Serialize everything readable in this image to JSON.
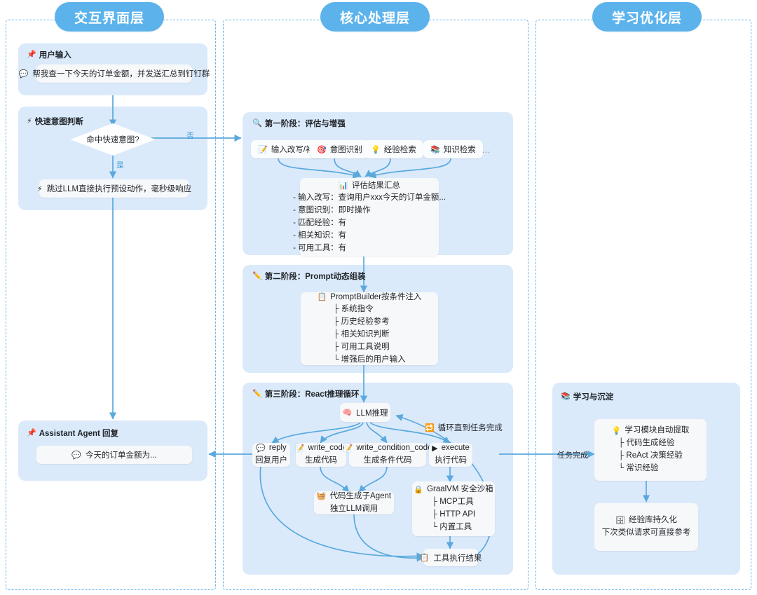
{
  "lanes": [
    {
      "id": "interaction",
      "title": "交互界面层"
    },
    {
      "id": "core",
      "title": "核心处理层"
    },
    {
      "id": "learning",
      "title": "学习优化层"
    }
  ],
  "interaction": {
    "user_input": {
      "label": "用户输入",
      "icon": "pushpin-icon",
      "message": "帮我查一下今天的订单金额，并发送汇总到钉钉群",
      "message_icon": "speech-bubble-icon"
    },
    "fast_intent": {
      "label": "快速意图判断",
      "icon": "lightning-icon",
      "decision": "命中快速意图?",
      "yes_label": "是",
      "no_label": "否",
      "shortcut": "跳过LLM直接执行预设动作，毫秒级响应",
      "shortcut_icon": "lightning-icon"
    },
    "assistant_reply": {
      "label": "Assistant Agent 回复",
      "icon": "pushpin-icon",
      "message": "今天的订单金额为...",
      "message_icon": "speech-bubble-icon"
    }
  },
  "core": {
    "stage1": {
      "label": "第一阶段：评估与增强",
      "icon": "magnifier-icon",
      "chips": [
        {
          "icon": "memo-icon",
          "text": "输入改写/补全"
        },
        {
          "icon": "dart-icon",
          "text": "意图识别"
        },
        {
          "icon": "bulb-icon",
          "text": "经验检索"
        },
        {
          "icon": "books-icon",
          "text": "知识检索"
        }
      ],
      "chips_more": "…",
      "summary": {
        "title": "评估结果汇总",
        "icon": "barchart-icon",
        "lines": [
          "- 输入改写：查询用户xxx今天的订单金额...",
          "- 意图识别：即时操作",
          "- 匹配经验：有",
          "- 相关知识：有",
          "- 可用工具：有"
        ]
      }
    },
    "stage2": {
      "label": "第二阶段：Prompt动态组装",
      "icon": "pencil-icon",
      "builder": {
        "title": "PromptBuilder按条件注入",
        "icon": "clipboard-icon",
        "lines": [
          "├ 系统指令",
          "├ 历史经验参考",
          "├ 相关知识判断",
          "├ 可用工具说明",
          "└ 增强后的用户输入"
        ]
      }
    },
    "stage3": {
      "label": "第三阶段：React推理循环",
      "icon": "pencil-icon",
      "llm": {
        "icon": "brain-icon",
        "text": "LLM推理"
      },
      "loop_note": {
        "icon": "loop-icon",
        "text": "循环直到任务完成"
      },
      "actions": [
        {
          "icon": "speech-bubble-icon",
          "name": "reply",
          "desc": "回复用户"
        },
        {
          "icon": "memo-icon",
          "name": "write_code",
          "desc": "生成代码"
        },
        {
          "icon": "memo-icon",
          "name": "write_condition_code",
          "desc": "生成条件代码"
        },
        {
          "icon": "play-icon",
          "name": "execute",
          "desc": "执行代码"
        }
      ],
      "sub_agent": {
        "icon": "basket-icon",
        "title": "代码生成子Agent",
        "desc": "独立LLM调用"
      },
      "sandbox": {
        "icon": "lock-icon",
        "title": "GraalVM 安全沙箱",
        "lines": [
          "├ MCP工具",
          "├ HTTP API",
          "└ 内置工具"
        ]
      },
      "tool_result": {
        "icon": "clipboard-icon",
        "text": "工具执行结果"
      },
      "task_done_label": "任务完成"
    }
  },
  "learning": {
    "label": "学习与沉淀",
    "icon": "books-icon",
    "extract": {
      "icon": "bulb-icon",
      "title": "学习模块自动提取",
      "lines": [
        "├ 代码生成经验",
        "├ ReAct 决策经验",
        "└ 常识经验"
      ]
    },
    "persist": {
      "icon": "filing-icon",
      "title": "经验库持久化",
      "desc": "下次类似请求可直接参考"
    }
  },
  "colors": {
    "lane_border": "#66b2e8",
    "lane_title_bg": "#5cb3ec",
    "panel_bg": "#dbeafb",
    "card_bg": "#f7f8fa",
    "edge": "#5aa9dd",
    "edge_label": "#3f9ad8"
  }
}
